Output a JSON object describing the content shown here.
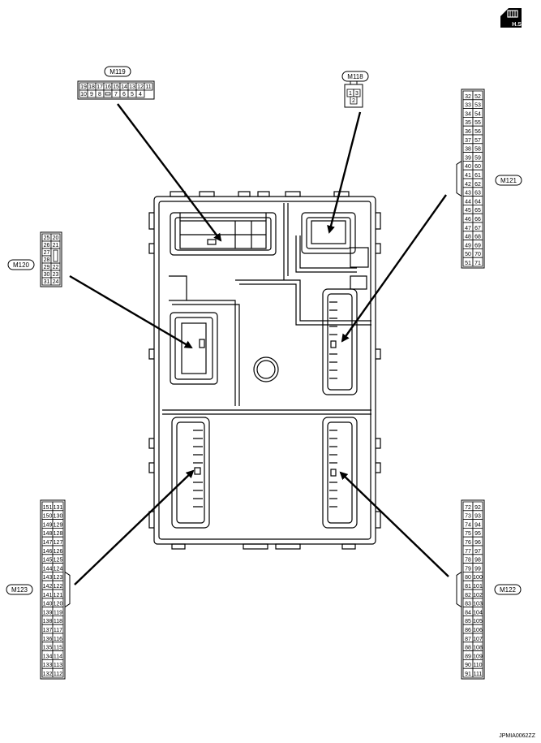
{
  "badge": {
    "text": "H.S."
  },
  "reference_code": "JPMIA0062ZZ",
  "connectors": {
    "m119": {
      "label": "M119",
      "rows": [
        [
          "19",
          "18",
          "17",
          "16",
          "15",
          "14",
          "13",
          "12",
          "11"
        ],
        [
          "10",
          "9",
          "8",
          "",
          "7",
          "6",
          "5",
          "4"
        ]
      ]
    },
    "m118": {
      "label": "M118",
      "rows": [
        [
          "1",
          "3"
        ],
        [
          "2"
        ]
      ]
    },
    "m120": {
      "label": "M120",
      "rows": [
        [
          "25",
          "20"
        ],
        [
          "26",
          "21"
        ],
        [
          "27",
          ""
        ],
        [
          "28",
          ""
        ],
        [
          "29",
          "22"
        ],
        [
          "30",
          "23"
        ],
        [
          "31",
          "24"
        ]
      ]
    },
    "m121": {
      "label": "M121",
      "rows": [
        [
          "32",
          "52"
        ],
        [
          "33",
          "53"
        ],
        [
          "34",
          "54"
        ],
        [
          "35",
          "55"
        ],
        [
          "36",
          "56"
        ],
        [
          "37",
          "57"
        ],
        [
          "38",
          "58"
        ],
        [
          "39",
          "59"
        ],
        [
          "40",
          "60"
        ],
        [
          "41",
          "61"
        ],
        [
          "42",
          "62"
        ],
        [
          "43",
          "63"
        ],
        [
          "44",
          "64"
        ],
        [
          "45",
          "65"
        ],
        [
          "46",
          "66"
        ],
        [
          "47",
          "67"
        ],
        [
          "48",
          "68"
        ],
        [
          "49",
          "69"
        ],
        [
          "50",
          "70"
        ],
        [
          "51",
          "71"
        ]
      ]
    },
    "m122": {
      "label": "M122",
      "rows": [
        [
          "72",
          "92"
        ],
        [
          "73",
          "93"
        ],
        [
          "74",
          "94"
        ],
        [
          "75",
          "95"
        ],
        [
          "76",
          "96"
        ],
        [
          "77",
          "97"
        ],
        [
          "78",
          "98"
        ],
        [
          "79",
          "99"
        ],
        [
          "80",
          "100"
        ],
        [
          "81",
          "101"
        ],
        [
          "82",
          "102"
        ],
        [
          "83",
          "103"
        ],
        [
          "84",
          "104"
        ],
        [
          "85",
          "105"
        ],
        [
          "86",
          "106"
        ],
        [
          "87",
          "107"
        ],
        [
          "88",
          "108"
        ],
        [
          "89",
          "109"
        ],
        [
          "90",
          "110"
        ],
        [
          "91",
          "111"
        ]
      ]
    },
    "m123": {
      "label": "M123",
      "rows": [
        [
          "151",
          "131"
        ],
        [
          "150",
          "130"
        ],
        [
          "149",
          "129"
        ],
        [
          "148",
          "128"
        ],
        [
          "147",
          "127"
        ],
        [
          "146",
          "126"
        ],
        [
          "145",
          "125"
        ],
        [
          "144",
          "124"
        ],
        [
          "143",
          "123"
        ],
        [
          "142",
          "122"
        ],
        [
          "141",
          "121"
        ],
        [
          "140",
          "120"
        ],
        [
          "139",
          "119"
        ],
        [
          "138",
          "118"
        ],
        [
          "137",
          "117"
        ],
        [
          "136",
          "116"
        ],
        [
          "135",
          "115"
        ],
        [
          "134",
          "114"
        ],
        [
          "133",
          "113"
        ],
        [
          "132",
          "112"
        ]
      ]
    }
  }
}
